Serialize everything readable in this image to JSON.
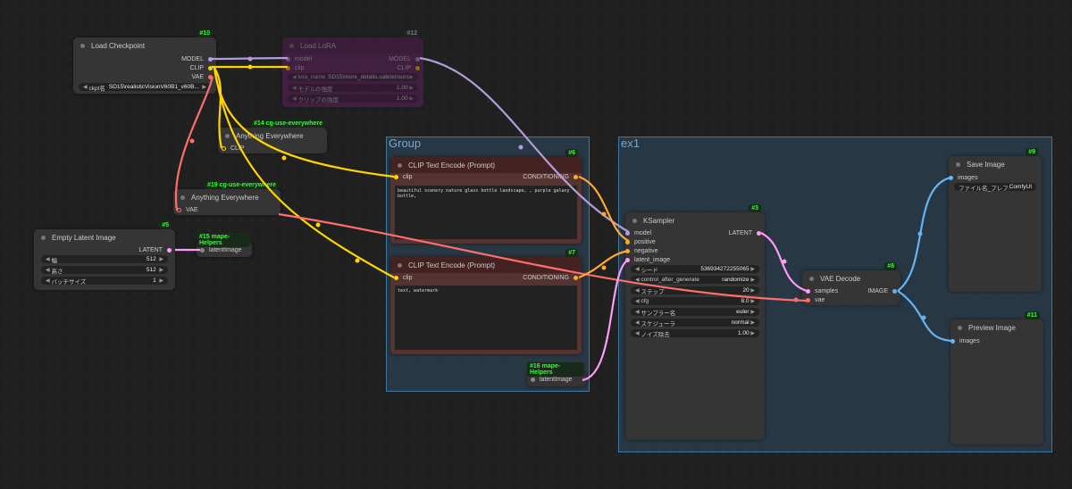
{
  "groups": {
    "group1": {
      "title": "Group"
    },
    "group2": {
      "title": "ex1"
    }
  },
  "nodes": {
    "load_checkpoint": {
      "id": "#10",
      "title": "Load Checkpoint",
      "out_model": "MODEL",
      "out_clip": "CLIP",
      "out_vae": "VAE",
      "ckpt_label": "ckpt名",
      "ckpt_value": "SD15\\realisticVisionV60B1_v60B..."
    },
    "load_lora": {
      "id": "#12",
      "title": "Load LoRA",
      "in_model": "model",
      "in_clip": "clip",
      "out_model": "MODEL",
      "out_clip": "CLIP",
      "lora_label": "lora_name",
      "lora_value": "SD15\\more_details.safetensors",
      "w1_label": "モデルの強度",
      "w1_value": "1.00",
      "w2_label": "クリップの強度",
      "w2_value": "1.00"
    },
    "anything1": {
      "id": "#14 cg-use-everywhere",
      "title": "Anything Everywhere",
      "in_clip": "CLIP"
    },
    "anything2": {
      "id": "#19 cg-use-everywhere",
      "title": "Anything Everywhere",
      "in_vae": "VAE"
    },
    "empty_latent": {
      "id": "#5",
      "title": "Empty Latent Image",
      "out_latent": "LATENT",
      "w_label": "幅",
      "w_value": "512",
      "h_label": "高さ",
      "h_value": "512",
      "b_label": "バッチサイズ",
      "b_value": "1"
    },
    "helper15": {
      "id": "#15 mape-Helpers",
      "in_latent": "latentImage"
    },
    "clip_pos": {
      "id": "#6",
      "title": "CLIP Text Encode (Prompt)",
      "in_clip": "clip",
      "out_cond": "CONDITIONING",
      "text": "beautiful scenery nature glass bottle landscape, , purple galaxy bottle,"
    },
    "clip_neg": {
      "id": "#7",
      "title": "CLIP Text Encode (Prompt)",
      "in_clip": "clip",
      "out_cond": "CONDITIONING",
      "text": "text, watermark"
    },
    "helper16": {
      "id": "#16 mape-Helpers",
      "in_latent": "latentImage"
    },
    "ksampler": {
      "id": "#3",
      "title": "KSampler",
      "in_model": "model",
      "in_positive": "positive",
      "in_negative": "negative",
      "in_latent": "latent_image",
      "out_latent": "LATENT",
      "widgets": [
        {
          "label": "シード",
          "value": "536934272255065"
        },
        {
          "label": "control_after_generate",
          "value": "randomize"
        },
        {
          "label": "ステップ",
          "value": "20"
        },
        {
          "label": "cfg",
          "value": "8.0"
        },
        {
          "label": "サンプラー名",
          "value": "euler"
        },
        {
          "label": "スケジューラ",
          "value": "normal"
        },
        {
          "label": "ノイズ除去",
          "value": "1.00"
        }
      ]
    },
    "vae_decode": {
      "id": "#8",
      "title": "VAE Decode",
      "in_samples": "samples",
      "in_vae": "vae",
      "out_image": "IMAGE"
    },
    "save_image": {
      "id": "#9",
      "title": "Save Image",
      "in_images": "images",
      "prefix_label": "ファイル名_プレフィックス",
      "prefix_value": "ComfyUI"
    },
    "preview_image": {
      "id": "#11",
      "title": "Preview Image",
      "in_images": "images"
    }
  },
  "colors": {
    "model": "#b39ddb",
    "clip": "#ffd500",
    "vae": "#ff6e6e",
    "conditioning": "#ffa931",
    "latent": "#ff9cf9",
    "image": "#64b5f6"
  }
}
